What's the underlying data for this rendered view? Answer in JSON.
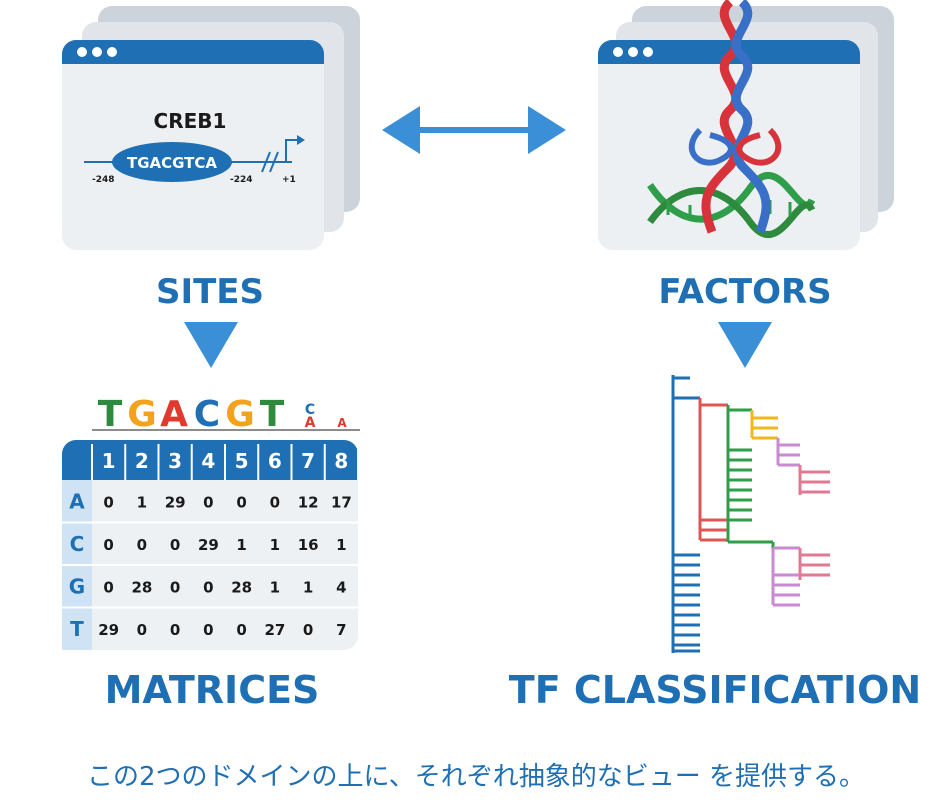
{
  "sites": {
    "title": "SITES",
    "gene": "CREB1",
    "sequence": "TGACGTCA",
    "pos_left": "-248",
    "pos_right": "-224",
    "pos_tss": "+1"
  },
  "factors": {
    "title": "FACTORS"
  },
  "matrices": {
    "title": "MATRICES",
    "logo_letters": [
      "T",
      "G",
      "A",
      "C",
      "G",
      "T"
    ],
    "logo_small": [
      "C",
      "A",
      "A"
    ],
    "columns": [
      "1",
      "2",
      "3",
      "4",
      "5",
      "6",
      "7",
      "8"
    ],
    "rows": [
      {
        "label": "A",
        "values": [
          "0",
          "1",
          "29",
          "0",
          "0",
          "0",
          "12",
          "17"
        ]
      },
      {
        "label": "C",
        "values": [
          "0",
          "0",
          "0",
          "29",
          "1",
          "1",
          "16",
          "1"
        ]
      },
      {
        "label": "G",
        "values": [
          "0",
          "28",
          "0",
          "0",
          "28",
          "1",
          "1",
          "4"
        ]
      },
      {
        "label": "T",
        "values": [
          "29",
          "0",
          "0",
          "0",
          "0",
          "27",
          "0",
          "7"
        ]
      }
    ]
  },
  "classification": {
    "title": "TF CLASSIFICATION"
  },
  "caption": "この2つのドメインの上に、それぞれ抽象的なビュー を提供する。",
  "colors": {
    "brand_blue": "#1f6fb5",
    "arrow_blue": "#3a8fd6",
    "logo_T": "#2e8b3e",
    "logo_G": "#f2a21b",
    "logo_A": "#e03a2f",
    "logo_C": "#1f6fb5",
    "tree_red": "#e05454",
    "tree_green": "#2e9e4a",
    "tree_yellow": "#f2b81b",
    "tree_pink": "#e07a93",
    "tree_purple": "#c88ad0"
  }
}
